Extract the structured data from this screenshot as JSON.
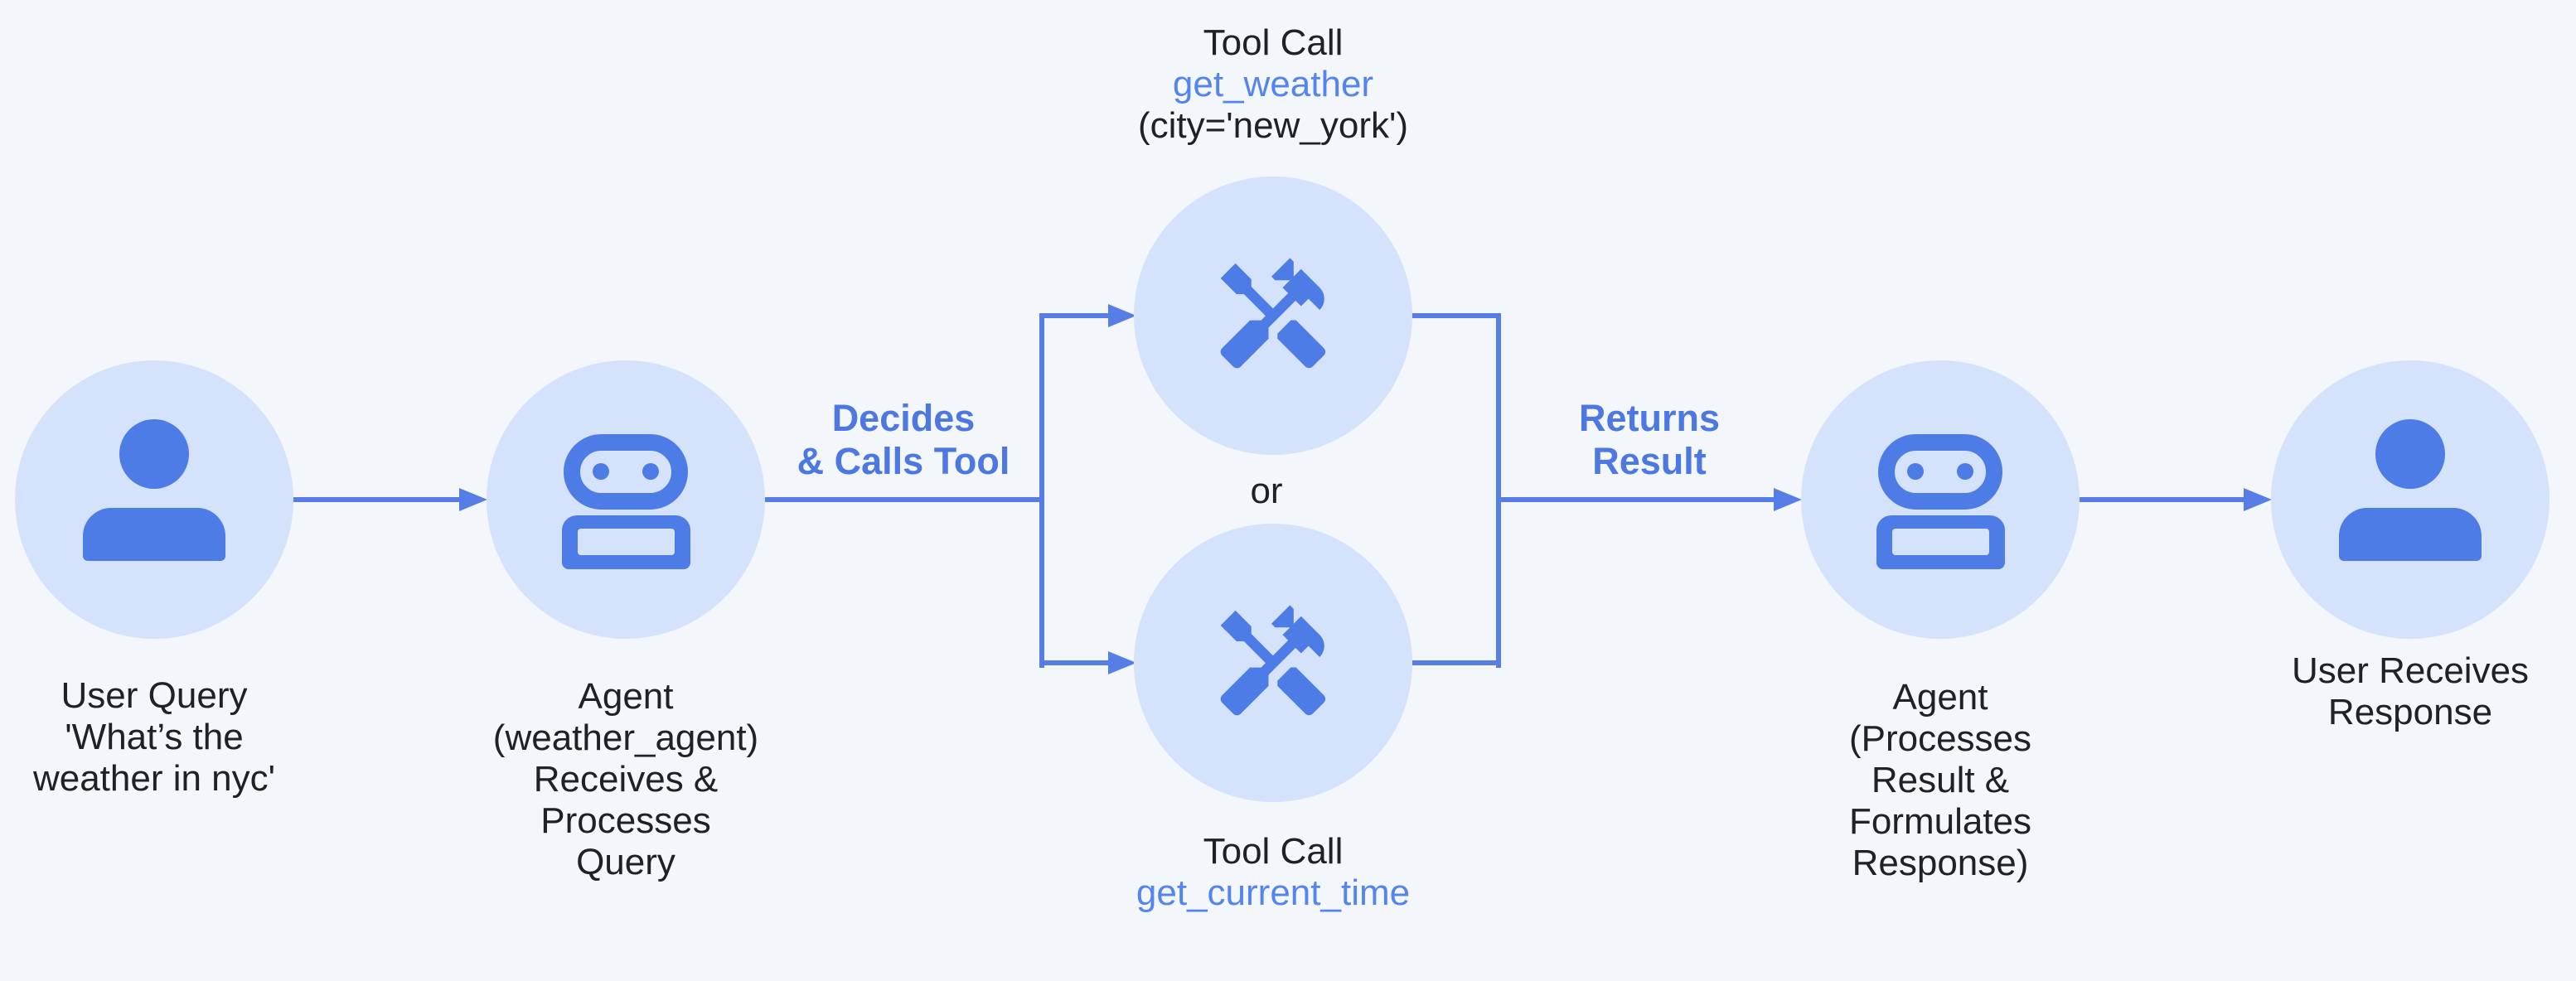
{
  "diagram_title": "agent tool-call flow",
  "colors": {
    "background": "#f3f6fa",
    "node_fill": "#d5e2fb",
    "icon_blue": "#4e7ce6",
    "connector_blue": "#577ee6",
    "edge_label_blue": "#4d78e2",
    "function_name_blue": "#5484ee",
    "text_dark": "#202124"
  },
  "icons": {
    "user": "person-icon",
    "agent": "robot-icon",
    "tool": "tools-icon"
  },
  "nodes": {
    "user_left": {
      "caption_lines": [
        "User Query",
        "'What’s the",
        "weather in nyc'"
      ]
    },
    "agent_left": {
      "caption_lines": [
        "Agent",
        "(weather_agent)",
        "Receives &",
        "Processes",
        "Query"
      ]
    },
    "tool_top": {
      "title": "Tool Call",
      "function_name": "get_weather",
      "arguments": "(city='new_york')"
    },
    "tool_bottom": {
      "title": "Tool Call",
      "function_name": "get_current_time"
    },
    "agent_right": {
      "caption_lines": [
        "Agent",
        "(Processes",
        "Result &",
        "Formulates",
        "Response)"
      ]
    },
    "user_right": {
      "caption_lines": [
        "User Receives",
        "Response"
      ]
    }
  },
  "edges": {
    "decides_label_lines": [
      "Decides",
      "& Calls Tool"
    ],
    "returns_label_lines": [
      "Returns",
      "Result"
    ],
    "or_label": "or"
  }
}
